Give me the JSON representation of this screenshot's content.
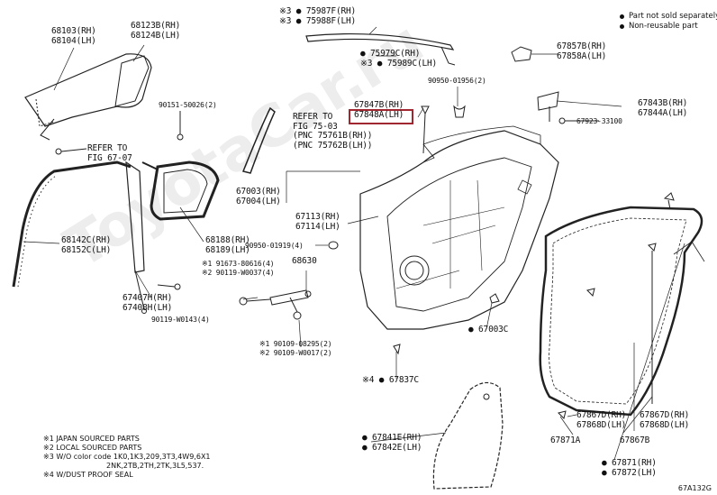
{
  "legend": {
    "items": [
      {
        "marker": "dot-filled",
        "text": "Part not sold separately"
      },
      {
        "marker": "dot-filled",
        "text": "Non-reusable part"
      }
    ]
  },
  "watermark": "ToyotaCar.ru",
  "figure_code": "67A132G",
  "notes": [
    "※1 JAPAN SOURCED PARTS",
    "※2 LOCAL SOURCED PARTS",
    "※3 W/O color code 1K0,1K3,209,3T3,4W9,6X1",
    "2NK,2TB,2TH,2TK,3L5,537.",
    "※4 W/DUST PROOF SEAL"
  ],
  "highlight_label": "67848A(LH)",
  "labels": {
    "p68103": [
      "68103(RH)",
      "68104(LH)"
    ],
    "p68123": [
      "68123B(RH)",
      "68124B(LH)"
    ],
    "p90151": [
      "90151-50026(2)"
    ],
    "refer6707": [
      "REFER TO",
      "FIG 67-07"
    ],
    "p68142": [
      "68142C(RH)",
      "68152C(LH)"
    ],
    "p68188": [
      "68188(RH)",
      "68189(LH)"
    ],
    "p67407": [
      "67407H(RH)",
      "67408H(LH)"
    ],
    "p90119a": [
      "90119-W0143(4)"
    ],
    "p75987": [
      "※3 ● 75987F(RH)",
      "※3 ● 75988F(LH)"
    ],
    "p75979": [
      "● 75979C(RH)",
      "※3 ● 75989C(LH)"
    ],
    "refer7503": [
      "REFER TO",
      "FIG 75-03",
      "(PNC 75761B(RH))",
      "(PNC 75762B(LH))"
    ],
    "p67847": [
      "67847B(RH)"
    ],
    "p67848": [
      "67848A(LH)"
    ],
    "p90950a": [
      "90950-01956(2)"
    ],
    "p67857": [
      "67857B(RH)",
      "67858A(LH)"
    ],
    "p67843": [
      "67843B(RH)",
      "67844A(LH)"
    ],
    "p67923": [
      "67923-33100"
    ],
    "p67003": [
      "67003(RH)",
      "67004(LH)"
    ],
    "p67113": [
      "67113(RH)",
      "67114(LH)"
    ],
    "p90950b": [
      "90950-01919(4)"
    ],
    "p68630": [
      "68630"
    ],
    "p91673": [
      "※1 91673-80616(4)",
      "※2 90119-W0037(4)"
    ],
    "p90109": [
      "※1 90109-08295(2)",
      "※2 90109-W0017(2)"
    ],
    "p67003c": [
      "● 67003C"
    ],
    "p67837": [
      "※4 ● 67837C"
    ],
    "p67841": [
      "● 67841E(RH)",
      "● 67842E(LH)"
    ],
    "p67867a": [
      "67867D(RH)",
      "67868D(LH)"
    ],
    "p67867b": [
      "67867D(RH)",
      "67868D(LH)"
    ],
    "p67871a": [
      "67871A"
    ],
    "p67867c": [
      "67867B"
    ],
    "p67871": [
      "● 67871(RH)",
      "● 67872(LH)"
    ]
  }
}
